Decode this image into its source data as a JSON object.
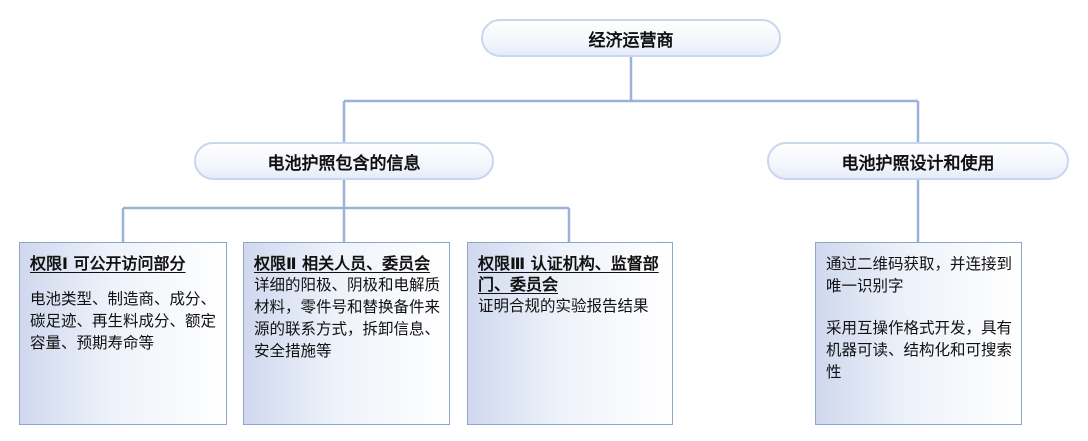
{
  "root": {
    "label": "经济运营商"
  },
  "branches": [
    {
      "label": "电池护照包含的信息",
      "children": [
        {
          "title": "权限Ⅰ 可公开访问部分",
          "text": "电池类型、制造商、成分、碳足迹、再生料成分、额定容量、预期寿命等"
        },
        {
          "title": "权限Ⅱ 相关人员、委员会",
          "text": "详细的阳极、阴极和电解质材料，零件号和替换备件来源的联系方式，拆卸信息、安全措施等"
        },
        {
          "title": "权限Ⅲ 认证机构、监督部门、委员会",
          "text": "证明合规的实验报告结果"
        }
      ]
    },
    {
      "label": "电池护照设计和使用",
      "children": [
        {
          "paragraphs": [
            "通过二维码获取，并连接到唯一识别字",
            "采用互操作格式开发，具有机器可读、结构化和可搜索性"
          ]
        }
      ]
    }
  ],
  "colors": {
    "connector": "#9bb3d8",
    "pill_border": "#c9d6ee",
    "box_border": "#8fa6cc"
  }
}
